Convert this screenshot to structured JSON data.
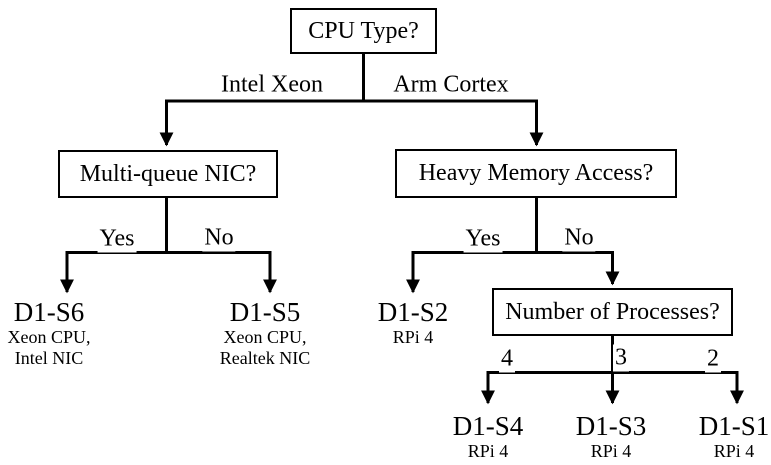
{
  "diagram": {
    "nodes": {
      "root": {
        "label": "CPU Type?"
      },
      "multi_queue": {
        "label": "Multi-queue NIC?"
      },
      "heavy_memory": {
        "label": "Heavy Memory Access?"
      },
      "num_processes": {
        "label": "Number of Processes?"
      }
    },
    "edge_labels": {
      "intel_xeon": "Intel Xeon",
      "arm_cortex": "Arm Cortex",
      "mq_yes": "Yes",
      "mq_no": "No",
      "hm_yes": "Yes",
      "hm_no": "No",
      "np_4": "4",
      "np_3": "3",
      "np_2": "2"
    },
    "leaves": {
      "d1_s6": {
        "label": "D1-S6",
        "lines": [
          "Xeon CPU,",
          "Intel NIC"
        ]
      },
      "d1_s5": {
        "label": "D1-S5",
        "lines": [
          "Xeon CPU,",
          "Realtek NIC"
        ]
      },
      "d1_s2": {
        "label": "D1-S2",
        "lines": [
          "RPi 4"
        ]
      },
      "d1_s4": {
        "label": "D1-S4",
        "lines": [
          "RPi 4"
        ]
      },
      "d1_s3": {
        "label": "D1-S3",
        "lines": [
          "RPi 4"
        ]
      },
      "d1_s1": {
        "label": "D1-S1",
        "lines": [
          "RPi 4"
        ]
      }
    },
    "colors": {
      "line": "#000000",
      "text": "#000000",
      "background": "#ffffff"
    }
  }
}
